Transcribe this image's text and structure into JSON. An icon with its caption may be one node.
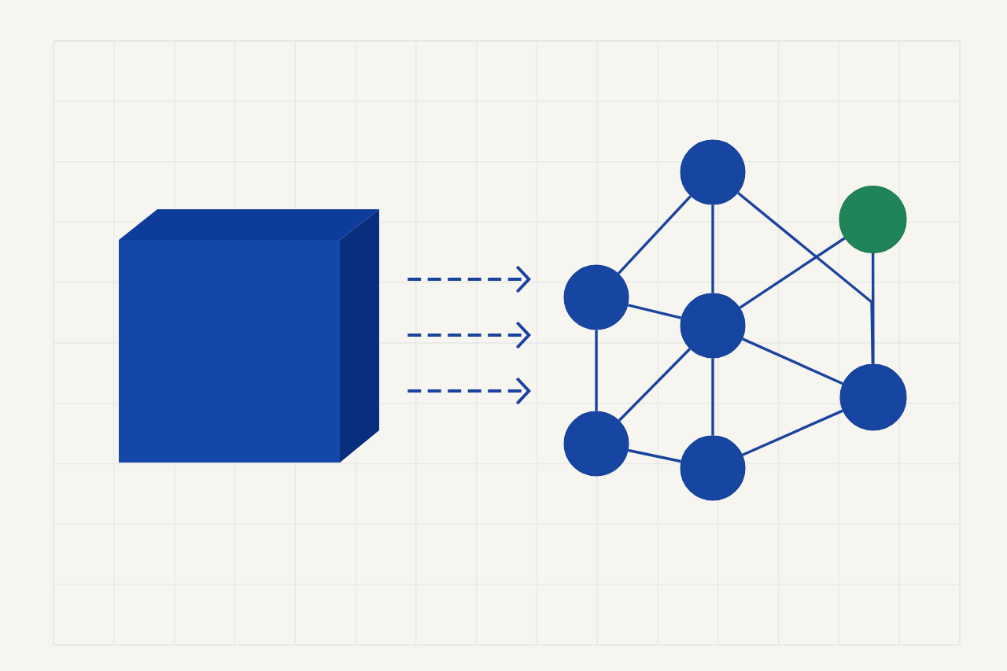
{
  "diagram": {
    "nodes": [
      {
        "text": [],
        "shape": "cube"
      },
      {
        "text": [],
        "shape": "circle"
      },
      {
        "text": [],
        "shape": "circle"
      },
      {
        "text": [],
        "shape": "circle"
      },
      {
        "text": [],
        "shape": "circle"
      },
      {
        "text": [],
        "shape": "circle"
      },
      {
        "text": [],
        "shape": "circle"
      },
      {
        "text": [],
        "shape": "circle"
      }
    ],
    "edges": [
      {
        "from": 0,
        "to": null,
        "arrow": "to",
        "style": "dashed"
      },
      {
        "from": 0,
        "to": null,
        "arrow": "to",
        "style": "dashed"
      },
      {
        "from": 0,
        "to": null,
        "arrow": "to",
        "style": "dashed"
      },
      {
        "from": 1,
        "to": 3,
        "arrow": "none"
      },
      {
        "from": 1,
        "to": 4,
        "arrow": "none"
      },
      {
        "from": 1,
        "to": 5,
        "arrow": "none"
      },
      {
        "from": 2,
        "to": 4,
        "arrow": "none"
      },
      {
        "from": 2,
        "to": 5,
        "arrow": "none"
      },
      {
        "from": 3,
        "to": 4,
        "arrow": "none"
      },
      {
        "from": 3,
        "to": 6,
        "arrow": "none"
      },
      {
        "from": 4,
        "to": 5,
        "arrow": "none"
      },
      {
        "from": 4,
        "to": 6,
        "arrow": "none"
      },
      {
        "from": 4,
        "to": 7,
        "arrow": "none"
      },
      {
        "from": 6,
        "to": 7,
        "arrow": "none"
      },
      {
        "from": 7,
        "to": 5,
        "arrow": "none"
      }
    ]
  }
}
